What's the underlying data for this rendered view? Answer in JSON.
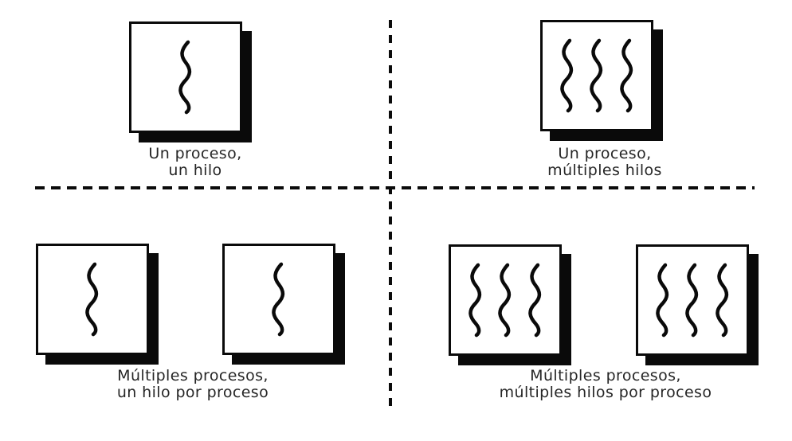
{
  "colors": {
    "background": "#ffffff",
    "line": "#0a0a0a",
    "text": "#262626"
  },
  "quadrants": [
    {
      "id": "un-proceso-un-hilo",
      "caption_line1": "Un proceso,",
      "caption_line2": "un hilo",
      "boxes": [
        {
          "threads": 1
        }
      ]
    },
    {
      "id": "un-proceso-multiples-hilos",
      "caption_line1": "Un proceso,",
      "caption_line2": "múltiples hilos",
      "boxes": [
        {
          "threads": 3
        }
      ]
    },
    {
      "id": "multiples-procesos-un-hilo",
      "caption_line1": "Múltiples procesos,",
      "caption_line2": "un hilo por proceso",
      "boxes": [
        {
          "threads": 1
        },
        {
          "threads": 1
        }
      ]
    },
    {
      "id": "multiples-procesos-multiples-hilos",
      "caption_line1": "Múltiples procesos,",
      "caption_line2": "múltiples hilos por proceso",
      "boxes": [
        {
          "threads": 3
        },
        {
          "threads": 3
        }
      ]
    }
  ]
}
